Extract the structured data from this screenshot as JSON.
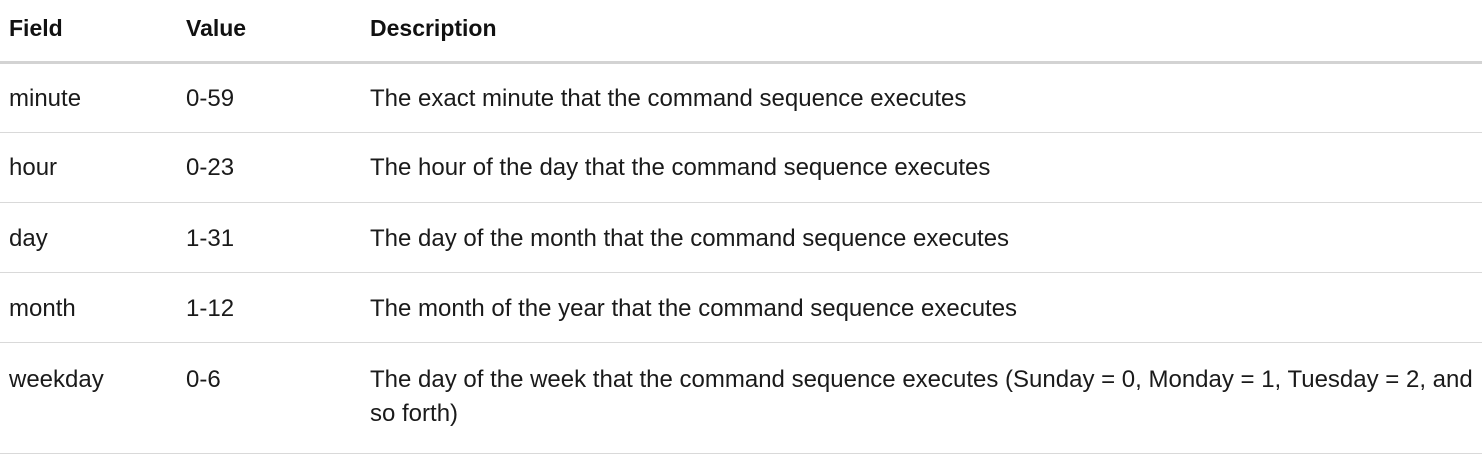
{
  "headers": {
    "field": "Field",
    "value": "Value",
    "description": "Description"
  },
  "rows": [
    {
      "field": "minute",
      "value": "0-59",
      "description": "The exact minute that the command sequence executes"
    },
    {
      "field": "hour",
      "value": "0-23",
      "description": "The hour of the day that the command sequence executes"
    },
    {
      "field": "day",
      "value": "1-31",
      "description": "The day of the month that the command sequence executes"
    },
    {
      "field": "month",
      "value": "1-12",
      "description": "The month of the year that the command sequence executes"
    },
    {
      "field": "weekday",
      "value": "0-6",
      "description": "The day of the week that the command sequence executes (Sunday = 0, Monday = 1, Tuesday = 2, and so forth)"
    }
  ]
}
